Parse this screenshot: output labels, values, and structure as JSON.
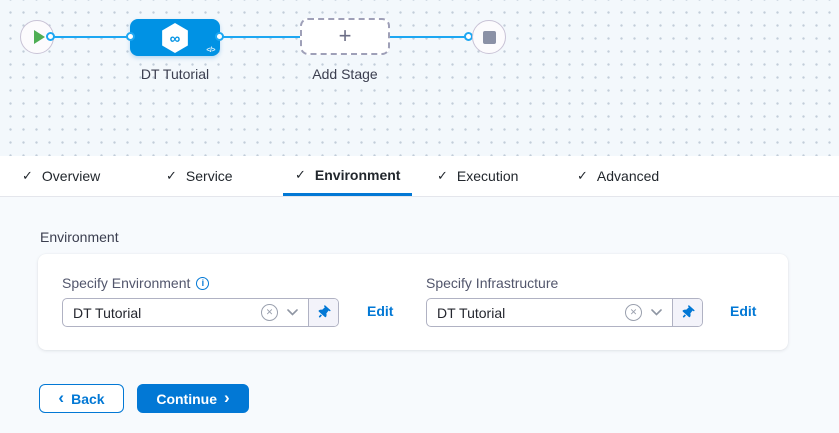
{
  "colors": {
    "primary": "#0278d5",
    "node_blue": "#0092e4",
    "connector_line": "#1da7f2",
    "canvas_bg": "#f3f8fc",
    "content_bg": "#f7fafd",
    "play_green": "#4fae54",
    "stop_gray": "#8b91a6"
  },
  "icons": {
    "check": "✓",
    "plus": "+",
    "code_badge": "</>",
    "infinity": "∞",
    "info": "i",
    "clear": "✕",
    "back_chevron": "‹",
    "continue_chevron": "›"
  },
  "canvas": {
    "stage_label": "DT Tutorial",
    "add_stage_label": "Add Stage"
  },
  "tabs": [
    {
      "label": "Overview",
      "completed": true,
      "active": false
    },
    {
      "label": "Service",
      "completed": true,
      "active": false
    },
    {
      "label": "Environment",
      "completed": true,
      "active": true
    },
    {
      "label": "Execution",
      "completed": true,
      "active": false
    },
    {
      "label": "Advanced",
      "completed": true,
      "active": false
    }
  ],
  "content": {
    "section_title": "Environment",
    "environment_field": {
      "label": "Specify Environment",
      "value": "DT Tutorial",
      "edit_label": "Edit"
    },
    "infrastructure_field": {
      "label": "Specify Infrastructure",
      "value": "DT Tutorial",
      "edit_label": "Edit"
    }
  },
  "footer": {
    "back_label": "Back",
    "continue_label": "Continue"
  }
}
